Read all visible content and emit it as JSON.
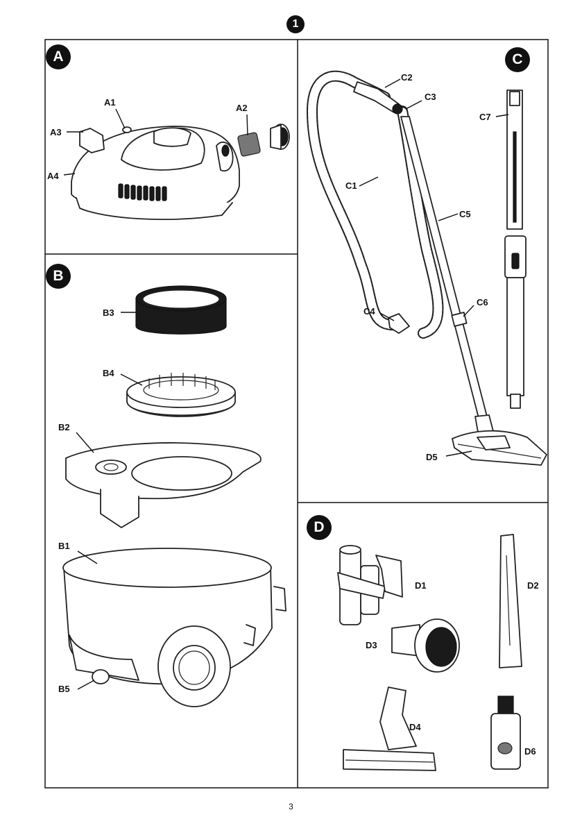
{
  "figure": {
    "number": "1"
  },
  "panels": {
    "a": {
      "badge": "A",
      "labels": {
        "a1": "A1",
        "a2": "A2",
        "a3": "A3",
        "a4": "A4"
      }
    },
    "b": {
      "badge": "B",
      "labels": {
        "b1": "B1",
        "b2": "B2",
        "b3": "B3",
        "b4": "B4",
        "b5": "B5"
      }
    },
    "c": {
      "badge": "C",
      "labels": {
        "c1": "C1",
        "c2": "C2",
        "c3": "C3",
        "c4": "C4",
        "c5": "C5",
        "c6": "C6",
        "c7": "C7",
        "d5": "D5"
      }
    },
    "d": {
      "badge": "D",
      "labels": {
        "d1": "D1",
        "d2": "D2",
        "d3": "D3",
        "d4": "D4",
        "d6": "D6"
      }
    }
  },
  "page_number": "3"
}
